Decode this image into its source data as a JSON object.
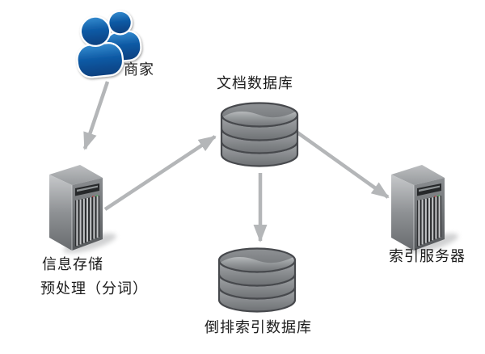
{
  "diagram": {
    "nodes": {
      "merchant": {
        "label": "商家",
        "icon": "users-icon",
        "icon_color": "#0e5aa5"
      },
      "storage_server": {
        "label_lines": [
          "信息存储",
          "预处理（分词）"
        ],
        "icon": "server-tower-icon"
      },
      "document_db": {
        "label": "文档数据库",
        "icon": "database-cylinder-icon"
      },
      "inverted_index_db": {
        "label": "倒排索引数据库",
        "icon": "database-cylinder-icon"
      },
      "index_server": {
        "label": "索引服务器",
        "icon": "server-tower-icon"
      }
    },
    "edges": [
      {
        "from": "merchant",
        "to": "storage_server"
      },
      {
        "from": "storage_server",
        "to": "document_db"
      },
      {
        "from": "document_db",
        "to": "index_server"
      },
      {
        "from": "document_db",
        "to": "inverted_index_db"
      }
    ],
    "colors": {
      "background": "#ffffff",
      "arrow": "#b4b6b8",
      "text": "#1b1b1b",
      "server_body": "#6e7174",
      "database_body": "#85888c",
      "merchant_blue": "#0e5aa5",
      "led_red": "#d03030",
      "led_green": "#3cb34a"
    }
  }
}
